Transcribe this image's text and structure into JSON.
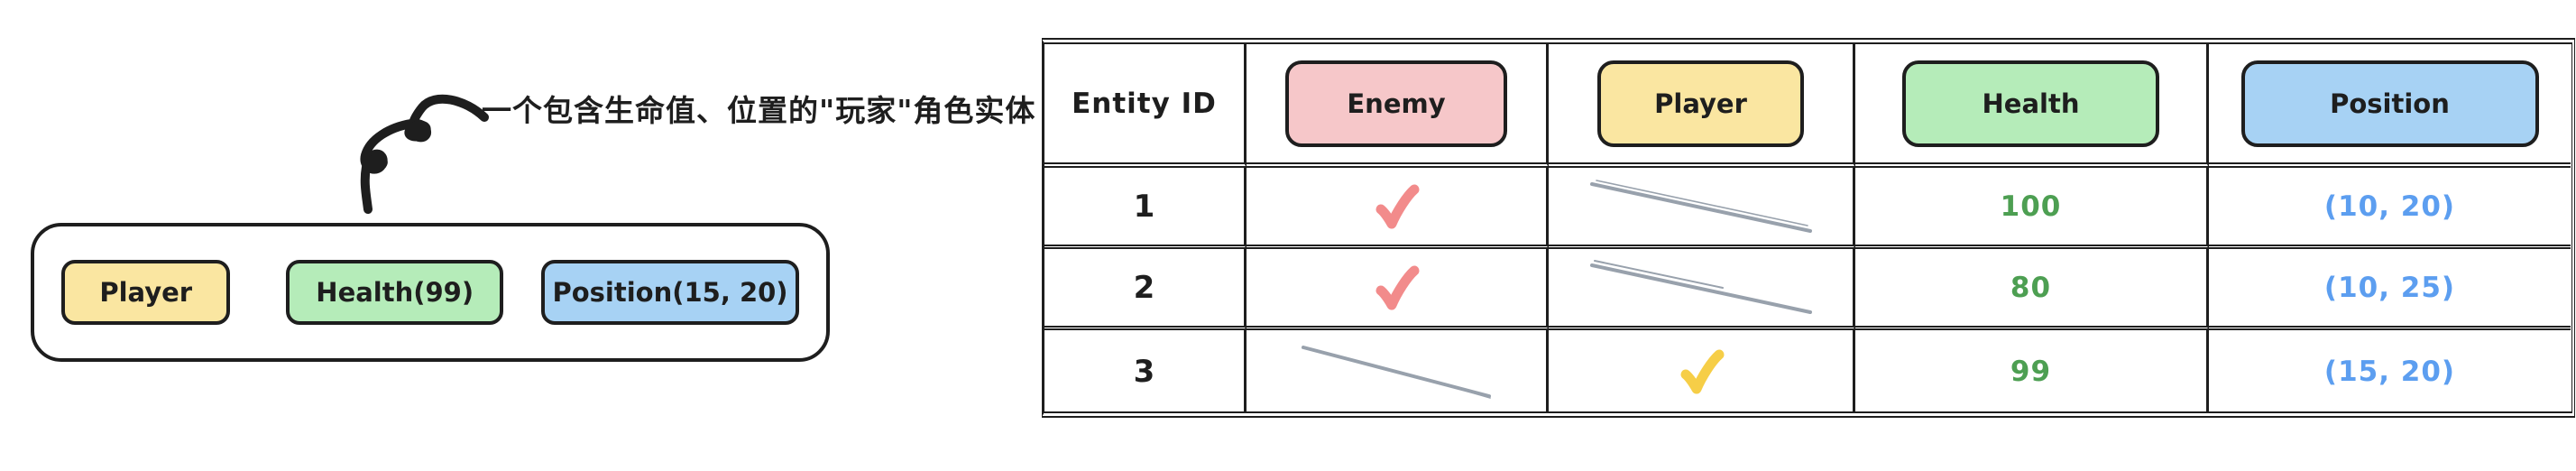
{
  "colors": {
    "ink": "#1e1e1e",
    "badge_yellow": "#fae6a1",
    "badge_green": "#b5ecb9",
    "badge_blue": "#a7d2f4",
    "badge_pink": "#f6c7c9",
    "check_red": "#f28b8b",
    "check_yellow": "#f6ce47",
    "text_green": "#4d9f52",
    "text_blue": "#5c9ef0",
    "slash_gray": "#98a1ac",
    "paper": "#ffffff"
  },
  "entity_card": {
    "annotation": "一个包含生命值、位置的\"玩家\"角色实体",
    "components": [
      {
        "label": "Player",
        "color": "#fae6a1"
      },
      {
        "label": "Health(99)",
        "color": "#b5ecb9"
      },
      {
        "label": "Position(15, 20)",
        "color": "#a7d2f4"
      }
    ]
  },
  "table": {
    "id_header": "Entity ID",
    "columns": [
      {
        "label": "Enemy",
        "color": "#f6c7c9"
      },
      {
        "label": "Player",
        "color": "#fae6a1"
      },
      {
        "label": "Health",
        "color": "#b5ecb9"
      },
      {
        "label": "Position",
        "color": "#a7d2f4"
      }
    ],
    "rows": [
      {
        "id": "1",
        "enemy": "check",
        "player": "none",
        "health": "100",
        "position": "(10, 20)"
      },
      {
        "id": "2",
        "enemy": "check",
        "player": "none",
        "health": "80",
        "position": "(10, 25)"
      },
      {
        "id": "3",
        "enemy": "none",
        "player": "check",
        "health": "99",
        "position": "(15, 20)"
      }
    ],
    "icons": {
      "present": "check-icon",
      "absent": "slash-icon"
    }
  }
}
